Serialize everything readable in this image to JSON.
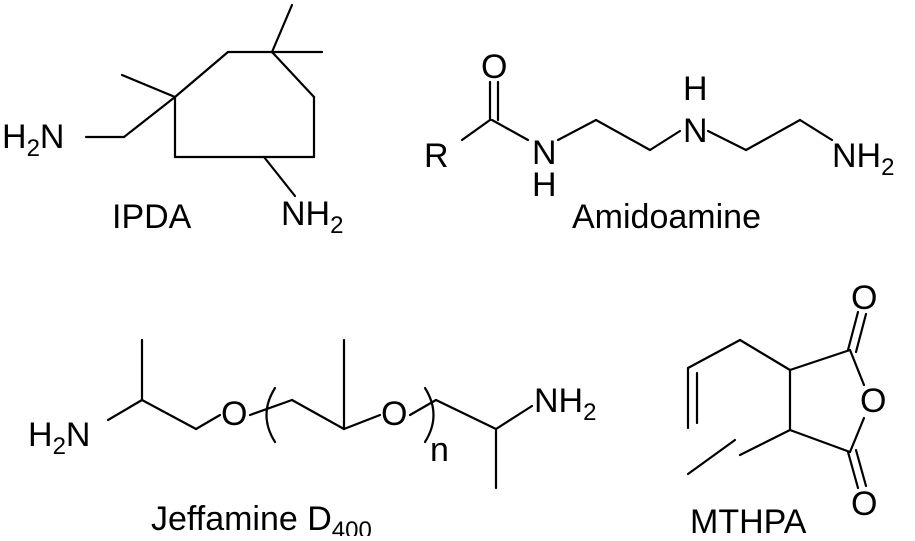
{
  "molecules": {
    "ipda": {
      "name": "IPDA",
      "groups": {
        "amine_left": "H2N",
        "amine_bottom": "NH2"
      }
    },
    "amidoamine": {
      "name": "Amidoamine",
      "atoms": {
        "r": "R",
        "carbonyl_o": "O",
        "amide_n": "N",
        "amide_h": "H",
        "amine_n": "N",
        "amine_h": "H"
      },
      "groups": {
        "amine_end": "NH2"
      }
    },
    "jeffamine": {
      "name": "Jeffamine D400",
      "groups": {
        "amine_left": "H2N",
        "amine_right": "NH2"
      },
      "atoms": {
        "ether_o1": "O",
        "ether_o2": "O"
      },
      "repeat_subscript": "n"
    },
    "mthpa": {
      "name": "MTHPA",
      "atoms": {
        "carbonyl_o_top": "O",
        "ring_o": "O",
        "carbonyl_o_bottom": "O"
      }
    }
  }
}
